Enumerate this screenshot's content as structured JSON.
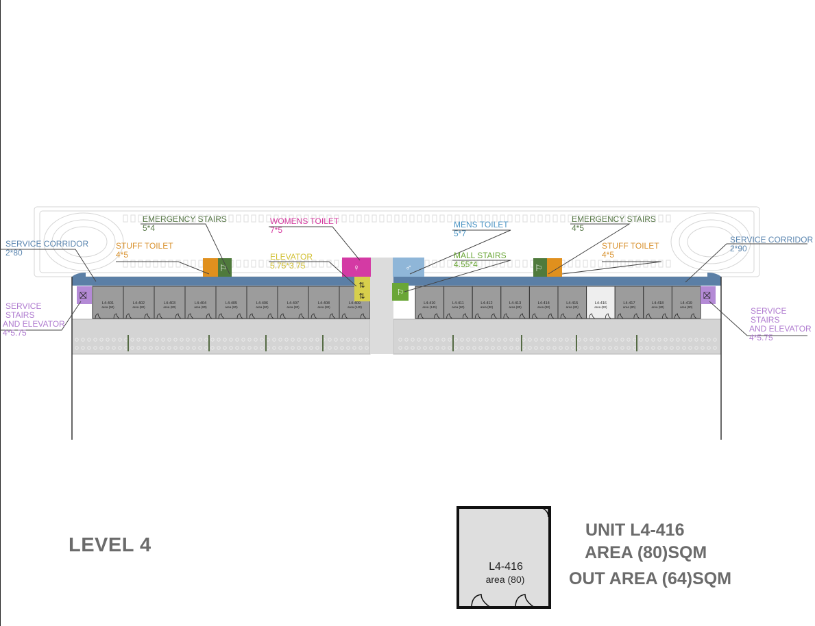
{
  "level_title": "LEVEL 4",
  "labels": {
    "service_corridor_left": {
      "title": "SERVICE CORRIDOR",
      "size": "2*80"
    },
    "service_corridor_right": {
      "title": "SERVICE CORRIDOR",
      "size": "2*90"
    },
    "emergency_stairs_left": {
      "title": "EMERGENCY  STAIRS",
      "size": "5*4"
    },
    "emergency_stairs_right": {
      "title": "EMERGENCY  STAIRS",
      "size": "4*5"
    },
    "stuff_toilet_left": {
      "title": "STUFF TOILET",
      "size": "4*5"
    },
    "stuff_toilet_right": {
      "title": "STUFF TOILET",
      "size": "4*5"
    },
    "womens_toilet": {
      "title": "WOMENS TOILET",
      "size": "7*5"
    },
    "elevator": {
      "title": "ELEVATOR",
      "size": "5.75*3.75"
    },
    "mens_toilet": {
      "title": "MENS TOILET",
      "size": "5*7"
    },
    "mall_stairs": {
      "title": "MALL STAIRS",
      "size": "4.55*4"
    },
    "service_stairs_left": {
      "line1": "SERVICE",
      "line2": "STAIRS",
      "line3": "AND ELEVATOR",
      "size": "4*5.75"
    },
    "service_stairs_right": {
      "line1": "SERVICE",
      "line2": "STAIRS",
      "line3": "AND ELEVATOR",
      "size": "4*5.75"
    }
  },
  "units": [
    {
      "id": "L4-401",
      "area": "area (90)"
    },
    {
      "id": "L4-402",
      "area": "area (80)"
    },
    {
      "id": "L4-403",
      "area": "area (80)"
    },
    {
      "id": "L4-404",
      "area": "area (80)"
    },
    {
      "id": "L4-405",
      "area": "area (80)"
    },
    {
      "id": "L4-406",
      "area": "area (80)"
    },
    {
      "id": "L4-407",
      "area": "area (80)"
    },
    {
      "id": "L4-408",
      "area": "area (80)"
    },
    {
      "id": "L4-409",
      "area": "area (140)"
    },
    {
      "id": "L4-410",
      "area": "area (140)"
    },
    {
      "id": "L4-411",
      "area": "area (80)"
    },
    {
      "id": "L4-412",
      "area": "area (80)"
    },
    {
      "id": "L4-413",
      "area": "area (80)"
    },
    {
      "id": "L4-414",
      "area": "area (80)"
    },
    {
      "id": "L4-415",
      "area": "area (80)"
    },
    {
      "id": "L4-416",
      "area": "area (80)"
    },
    {
      "id": "L4-417",
      "area": "area (80)"
    },
    {
      "id": "L4-418",
      "area": "area (80)"
    },
    {
      "id": "L4-419",
      "area": "area (90)"
    }
  ],
  "highlight_unit": "L4-416",
  "detail": {
    "unit_id": "L4-416",
    "unit_area": "area (80)",
    "title_unit": "UNIT L4-416",
    "title_area": "AREA (80)SQM",
    "title_out": "OUT AREA (64)SQM"
  },
  "colors": {
    "corridor": "#5b7fa6",
    "unit_fill": "#9c9c9c",
    "highlight_fill": "#eeeeee",
    "walkway": "#d4d4d4",
    "service_stairs": "#b48ad6",
    "service_text": "#b07cd0",
    "corridor_text": "#5b86b0",
    "emergency_text": "#5a7a4a",
    "toilet_text": "#d9922e",
    "womens_text": "#d63aa0",
    "elevator_text": "#d2c034",
    "mens_text": "#4d95c4",
    "mall_text": "#6aa636",
    "title_gray": "#6b6b6b"
  }
}
